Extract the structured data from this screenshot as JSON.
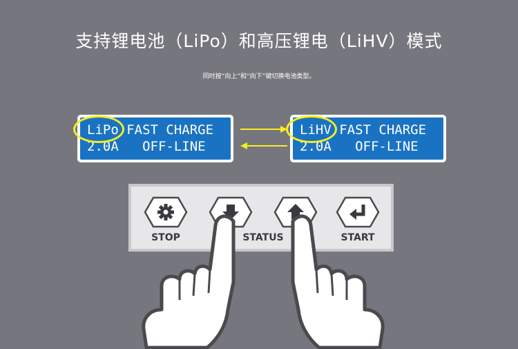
{
  "header": {
    "title": "支持锂电池（LiPo）和高压锂电（LiHV）模式",
    "subtitle": "同时按“向上”和“向下”键切换电池类型。"
  },
  "screens": [
    {
      "line1": "LiPo FAST CHARGE",
      "line2": "2.0A   OFF-LINE"
    },
    {
      "line1": "LiHV FAST CHARGE",
      "line2": "2.0A   OFF-LINE"
    }
  ],
  "panel": {
    "buttons": [
      {
        "icon": "gear-icon",
        "label": "STOP"
      },
      {
        "icon": "arrow-down-icon",
        "label": ""
      },
      {
        "icon": "arrow-up-icon",
        "label": ""
      },
      {
        "icon": "enter-icon",
        "label": "START"
      }
    ],
    "center_label": "STATUS"
  },
  "colors": {
    "background": "#76767e",
    "lcd_blue": "#1a73c2",
    "highlight_yellow": "#f7ee1e",
    "panel_bg": "#e7e7e9"
  }
}
